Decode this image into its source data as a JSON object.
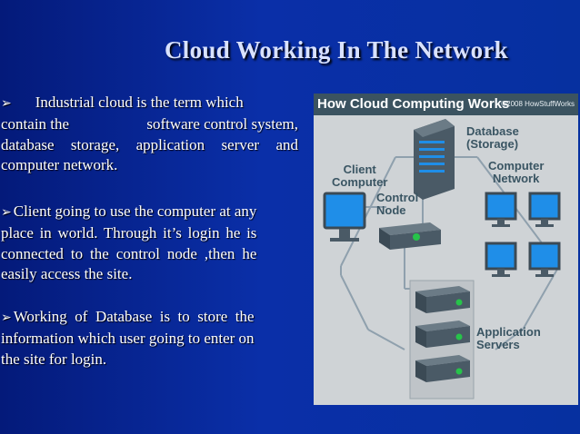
{
  "slide": {
    "title": "Cloud Working In The Network"
  },
  "bullets": {
    "b1": {
      "l1a": "Industrial cloud is the term which",
      "l2a": "contain the",
      "l2b": "software control system,",
      "l3": "database storage, application server and",
      "l4": "computer network."
    },
    "b2": {
      "l1": "Client  going to use the computer at any",
      "l2": "place in world. Through it’s  login  he is",
      "l3": "connected  to the control node ,then he",
      "l4": "easily access the site."
    },
    "b3": {
      "l1": "Working  of  Database  is  to  store  the",
      "l2": "information which user going to enter on",
      "l3": "the site for login."
    },
    "arrow": "➢"
  },
  "diagram": {
    "header": "How Cloud Computing Works",
    "copyright": "©2008 HowStuffWorks",
    "labels": {
      "database_1": "Database",
      "database_2": "(Storage)",
      "client_1": "Client",
      "client_2": "Computer",
      "computer_network_1": "Computer",
      "computer_network_2": "Network",
      "control_1": "Control",
      "control_2": "Node",
      "app_1": "Application",
      "app_2": "Servers"
    },
    "colors": {
      "monitor": "#1f8ee8",
      "line": "#8fa0ad",
      "device": "#4a5a66",
      "led": "#27c34a"
    }
  }
}
